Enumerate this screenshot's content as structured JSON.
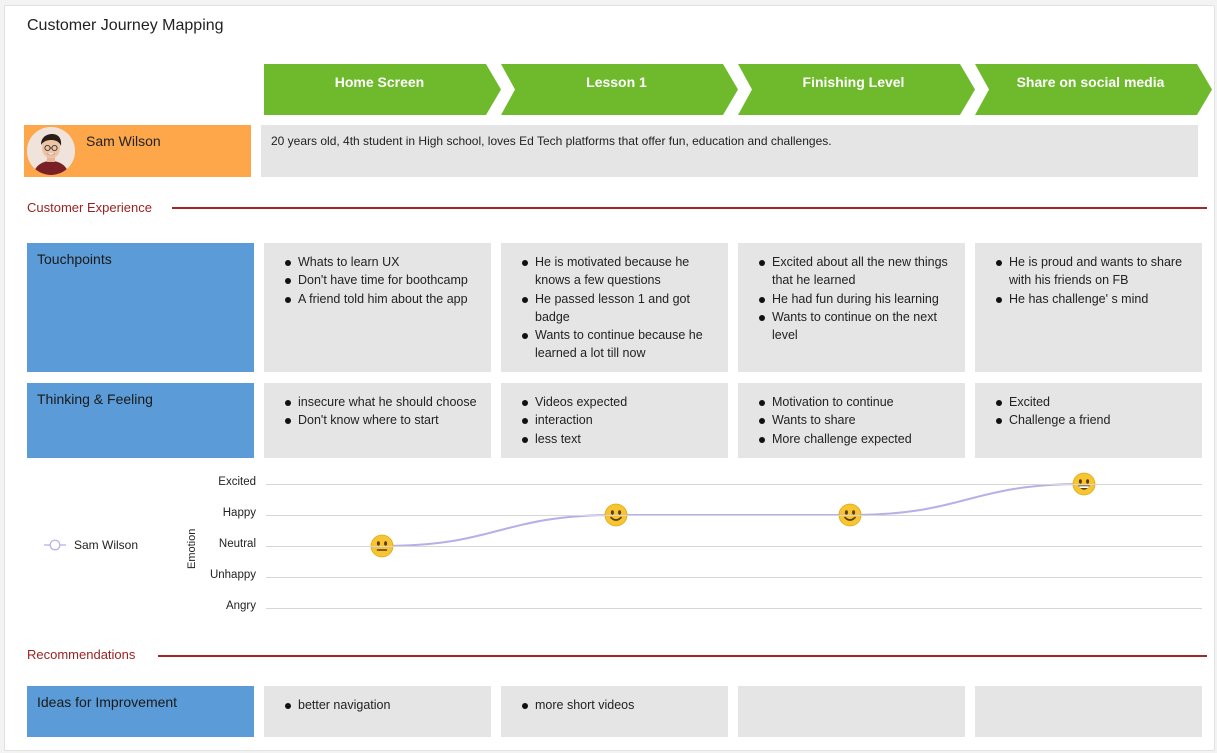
{
  "title": "Customer Journey Mapping",
  "stages": [
    "Home Screen",
    "Lesson 1",
    "Finishing Level",
    "Share on social media"
  ],
  "persona": {
    "name": "Sam Wilson",
    "description": "20 years old, 4th student in High school,  loves Ed Tech platforms that offer fun, education and challenges."
  },
  "sections": {
    "experience": "Customer Experience",
    "recommendations": "Recommendations"
  },
  "rows": {
    "touchpoints": {
      "label": "Touchpoints",
      "cells": [
        [
          "Whats to learn UX",
          "Don't have time for boothcamp",
          "A friend told him about the app"
        ],
        [
          "He is motivated because he knows a few questions",
          "He passed lesson 1 and got badge",
          "Wants to continue because he learned a lot till now"
        ],
        [
          "Excited about all the new things that he learned",
          "He had fun during his learning",
          "Wants to continue on the next level"
        ],
        [
          "He is proud and wants to share with his friends on FB",
          "He has challenge' s mind"
        ]
      ]
    },
    "thinking": {
      "label": "Thinking & Feeling",
      "cells": [
        [
          "insecure what he should choose",
          "Don't know where to start"
        ],
        [
          "Videos expected",
          "interaction",
          "less text"
        ],
        [
          "Motivation to continue",
          "Wants to share",
          "More challenge expected"
        ],
        [
          "Excited",
          "Challenge a friend"
        ]
      ]
    },
    "ideas": {
      "label": "Ideas for Improvement",
      "cells": [
        [
          "better navigation"
        ],
        [
          "more short videos"
        ],
        [],
        []
      ]
    }
  },
  "chart_data": {
    "type": "line",
    "ylabel": "Emotion",
    "y_levels": [
      "Excited",
      "Happy",
      "Neutral",
      "Unhappy",
      "Angry"
    ],
    "categories": [
      "Home Screen",
      "Lesson 1",
      "Finishing Level",
      "Share on social media"
    ],
    "series": [
      {
        "name": "Sam Wilson",
        "values": [
          "Neutral",
          "Happy",
          "Happy",
          "Excited"
        ]
      }
    ],
    "markers": [
      "neutral-face",
      "smile-face",
      "smile-face",
      "grin-face"
    ],
    "line_color": "#b9aee8"
  },
  "colors": {
    "stage": "#6fba2c",
    "persona": "#fda74a",
    "row_label": "#5b9bd7",
    "cell": "#e5e5e5",
    "section": "#a02828"
  }
}
